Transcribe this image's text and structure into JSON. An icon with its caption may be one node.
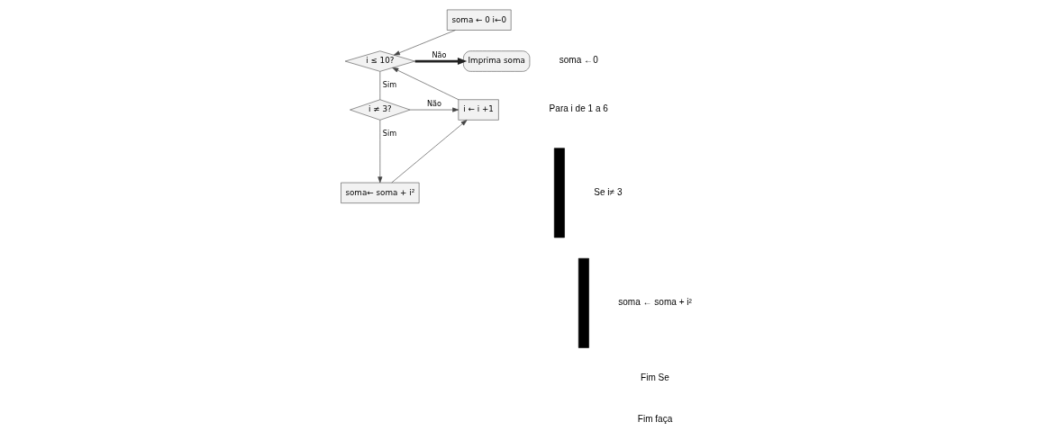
{
  "diagram": {
    "nodes": [
      {
        "text": [
          "soma ← 0 i←0"
        ]
      },
      {
        "text": [
          "i ≤ 10?"
        ]
      },
      {
        "text": [
          "Imprima soma"
        ]
      },
      {
        "text": [
          "i ≠ 3?"
        ]
      },
      {
        "text": [
          "i ← i +1"
        ]
      },
      {
        "text": [
          "soma← soma + i²"
        ]
      },
      {
        "text": [],
        "shape": "bar"
      },
      {
        "text": [],
        "shape": "bar"
      }
    ],
    "edges": [
      {
        "from": 0,
        "to": 1,
        "arrow": "to"
      },
      {
        "from": 1,
        "to": 2,
        "arrow": "to",
        "label": "Não",
        "style": "thick"
      },
      {
        "from": 1,
        "to": 3,
        "arrow": "none",
        "label": "Sim"
      },
      {
        "from": 3,
        "to": 4,
        "arrow": "to",
        "label": "Não"
      },
      {
        "from": 3,
        "to": 5,
        "arrow": "to",
        "label": "Sim"
      },
      {
        "from": 5,
        "to": 4,
        "arrow": "to"
      },
      {
        "from": 4,
        "to": 1,
        "arrow": "to"
      }
    ],
    "labels": [
      "soma ←0",
      "Para i de 1 a 6",
      "Se i≠ 3",
      "soma ← soma + i²",
      "Fim Se",
      "Fim faça"
    ]
  }
}
